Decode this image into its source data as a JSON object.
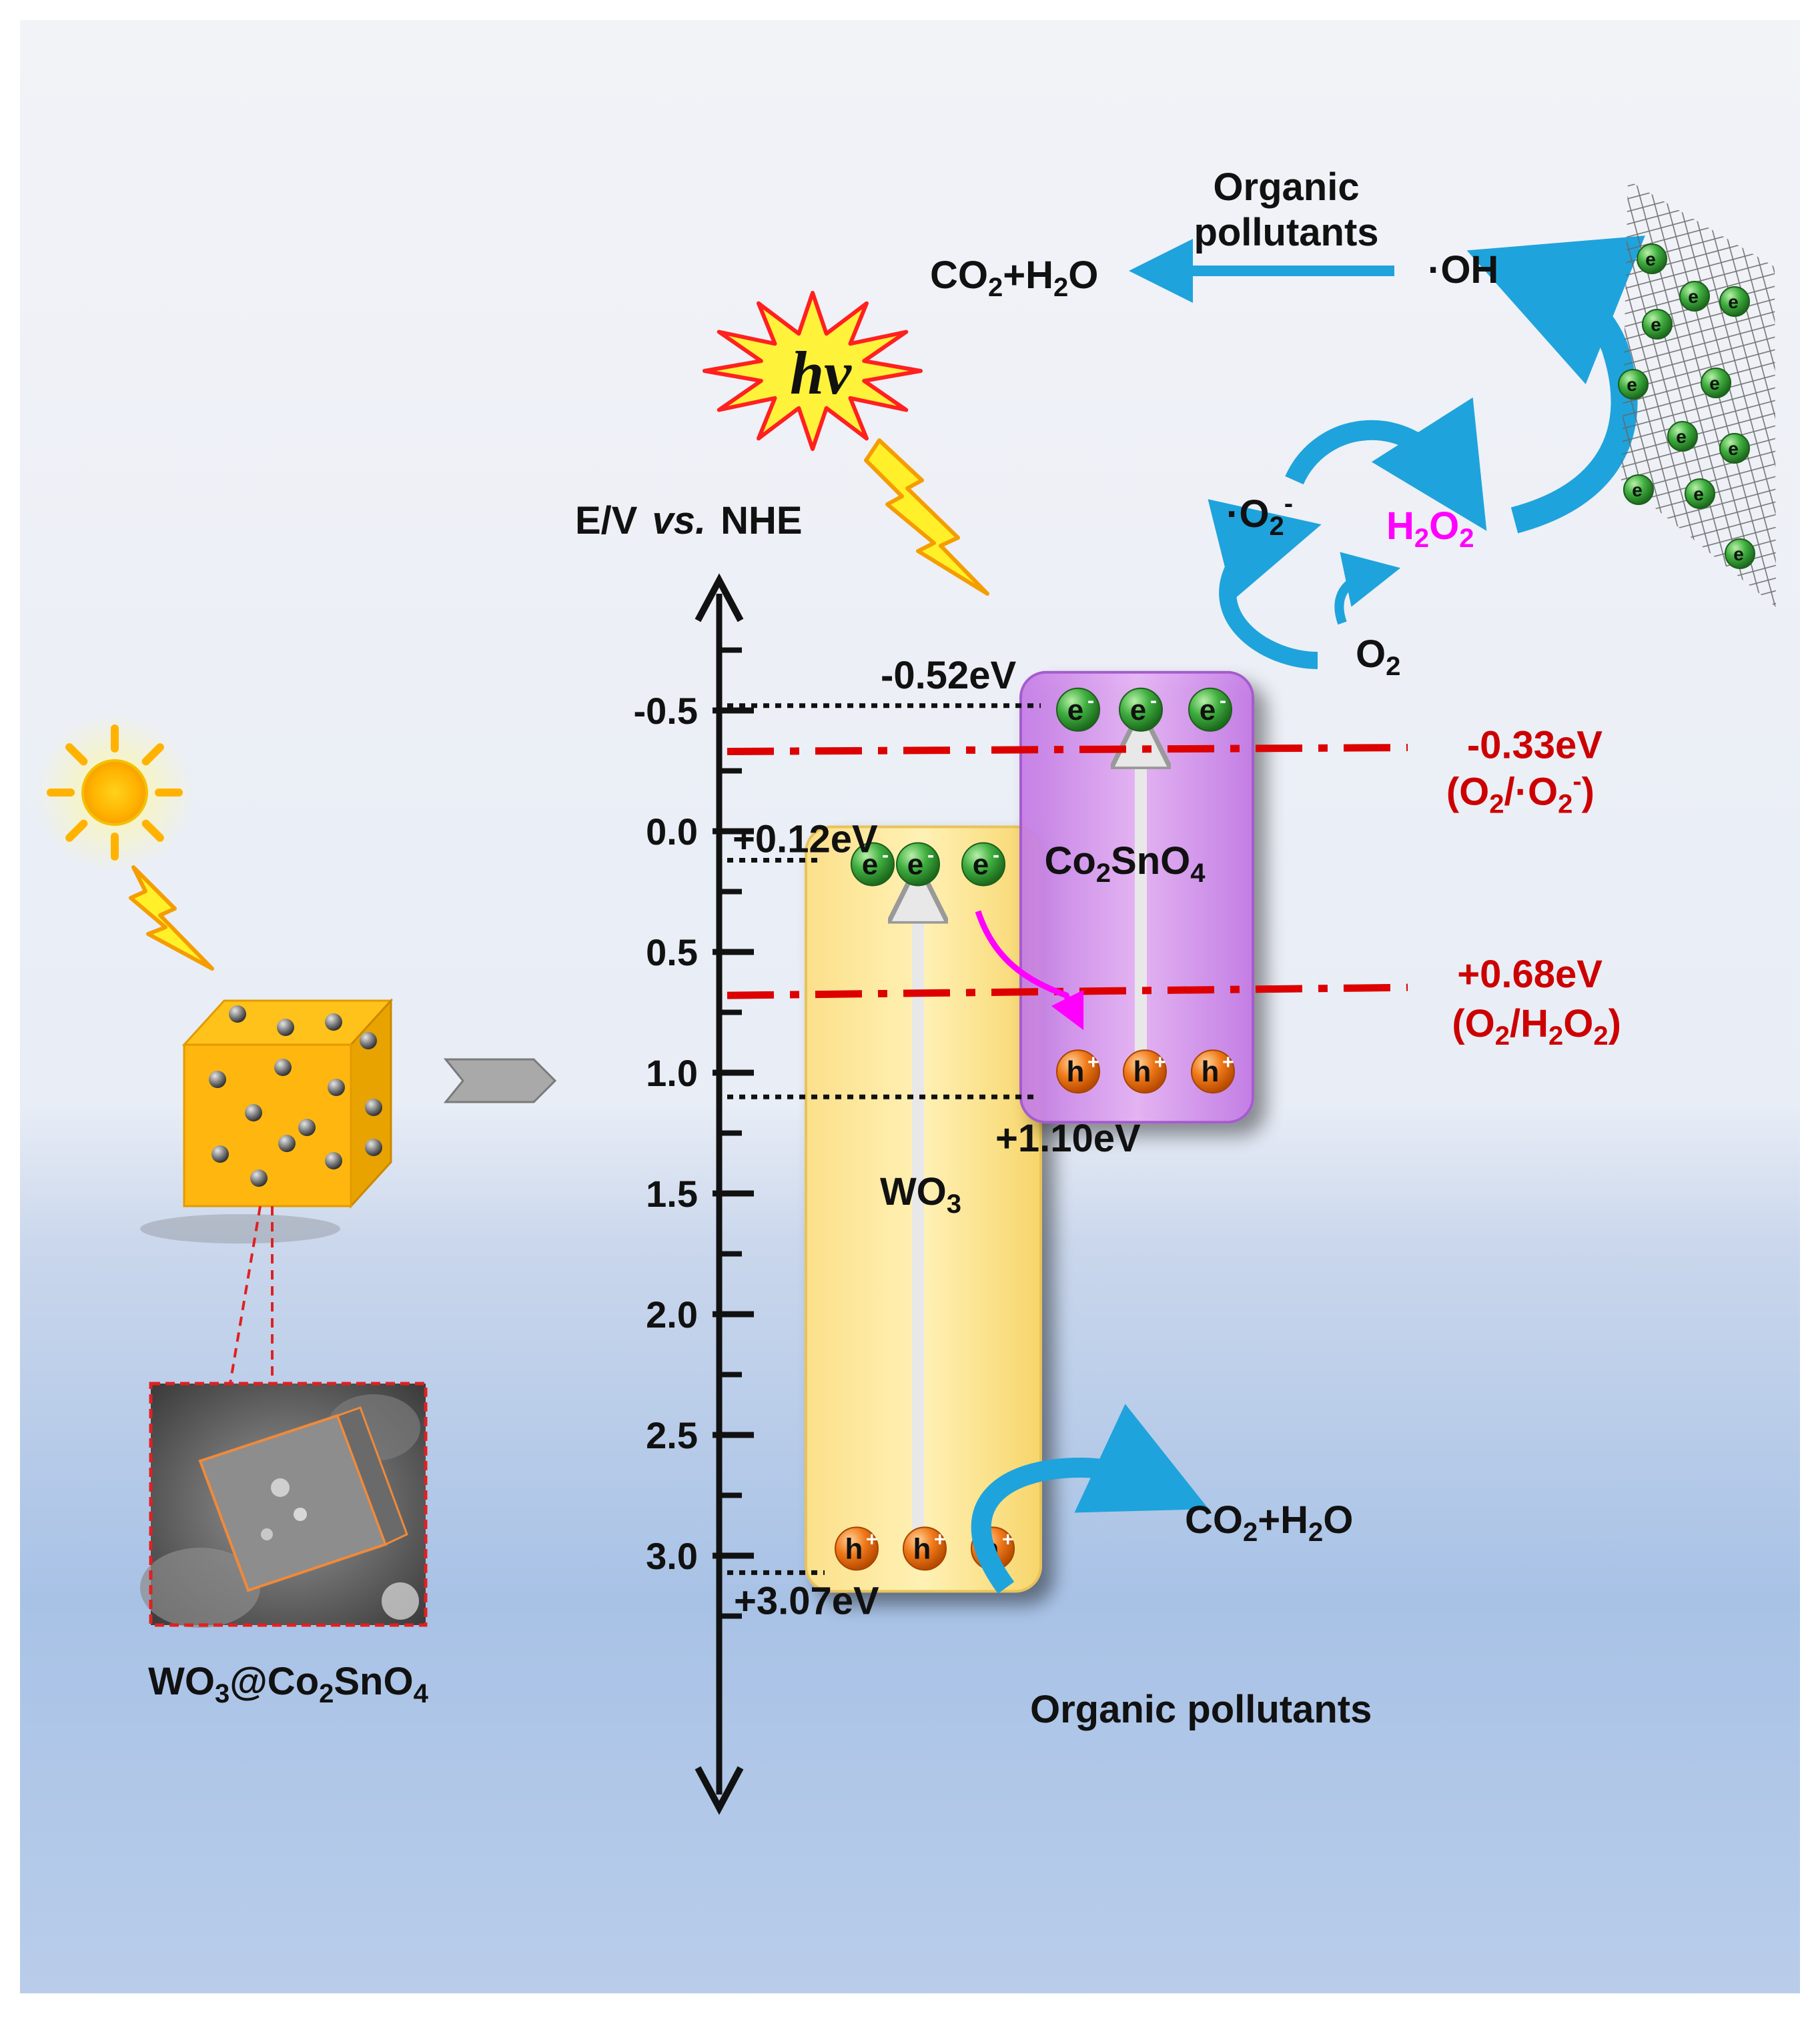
{
  "axis": {
    "label_prefix": "E/V",
    "label_italic": "vs.",
    "label_suffix": "NHE",
    "ticks": [
      {
        "value": -0.5,
        "label": "-0.5"
      },
      {
        "value": 0.0,
        "label": "0.0"
      },
      {
        "value": 0.5,
        "label": "0.5"
      },
      {
        "value": 1.0,
        "label": "1.0"
      },
      {
        "value": 1.5,
        "label": "1.5"
      },
      {
        "value": 2.0,
        "label": "2.0"
      },
      {
        "value": 2.5,
        "label": "2.5"
      },
      {
        "value": 3.0,
        "label": "3.0"
      }
    ]
  },
  "light": {
    "symbol": "hν"
  },
  "bands": {
    "wo3": {
      "cb": 0.12,
      "vb": 3.07,
      "cb_label": "+0.12eV",
      "vb_label": "+3.07eV",
      "name": "WO",
      "name_sub": "3"
    },
    "co2sno4": {
      "cb": -0.52,
      "vb": 1.1,
      "cb_label": "-0.52eV",
      "vb_label": "+1.10eV",
      "name_a": "Co",
      "name_sub_a": "2",
      "name_b": "SnO",
      "name_sub_b": "4"
    }
  },
  "potentials": [
    {
      "value": -0.33,
      "label": "-0.33eV",
      "couple": "(O2/·O2-)"
    },
    {
      "value": 0.68,
      "label": "+0.68eV",
      "couple": "(O2/H2O2)"
    }
  ],
  "carriers": {
    "electron": "e-",
    "hole": "h+"
  },
  "species": {
    "o2": "O2",
    "superoxide": "·O2-",
    "h2o2": "H2O2",
    "hydroxyl": "·OH",
    "products": "CO2+H2O",
    "pollutants_line1": "Organic",
    "pollutants_line2": "pollutants",
    "pollutants_bottom": "Organic pollutants"
  },
  "composite": {
    "label": "WO3@Co2SnO4"
  },
  "colors": {
    "wo3_band": "#fde68a",
    "co2sno4_band": "#d78cf0",
    "redox_line": "#dd0000",
    "electron": "#3aa63a",
    "hole": "#f07a1a",
    "arrow": "#1fa3dc",
    "h2o2": "#ff00ff",
    "cube": "#f7b500"
  }
}
